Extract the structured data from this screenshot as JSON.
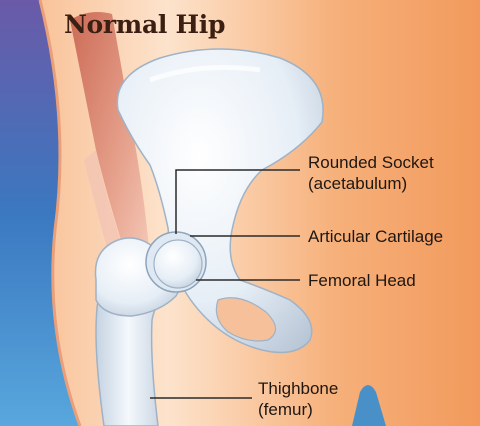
{
  "title": "Normal Hip",
  "labels": {
    "socket": {
      "line1": "Rounded Socket",
      "line2": "(acetabulum)"
    },
    "cartilage": "Articular Cartilage",
    "head": "Femoral Head",
    "thighbone": {
      "line1": "Thighbone",
      "line2": "(femur)"
    }
  },
  "colors": {
    "skin": "#f3a36a",
    "skin_light": "#fde0c6",
    "bone": "#e8f0f7",
    "bone_shadow": "#b9c7d6",
    "muscle": "#d97a66",
    "blue_background": "#2e7fc0",
    "leader_line": "#2a2a2a"
  }
}
